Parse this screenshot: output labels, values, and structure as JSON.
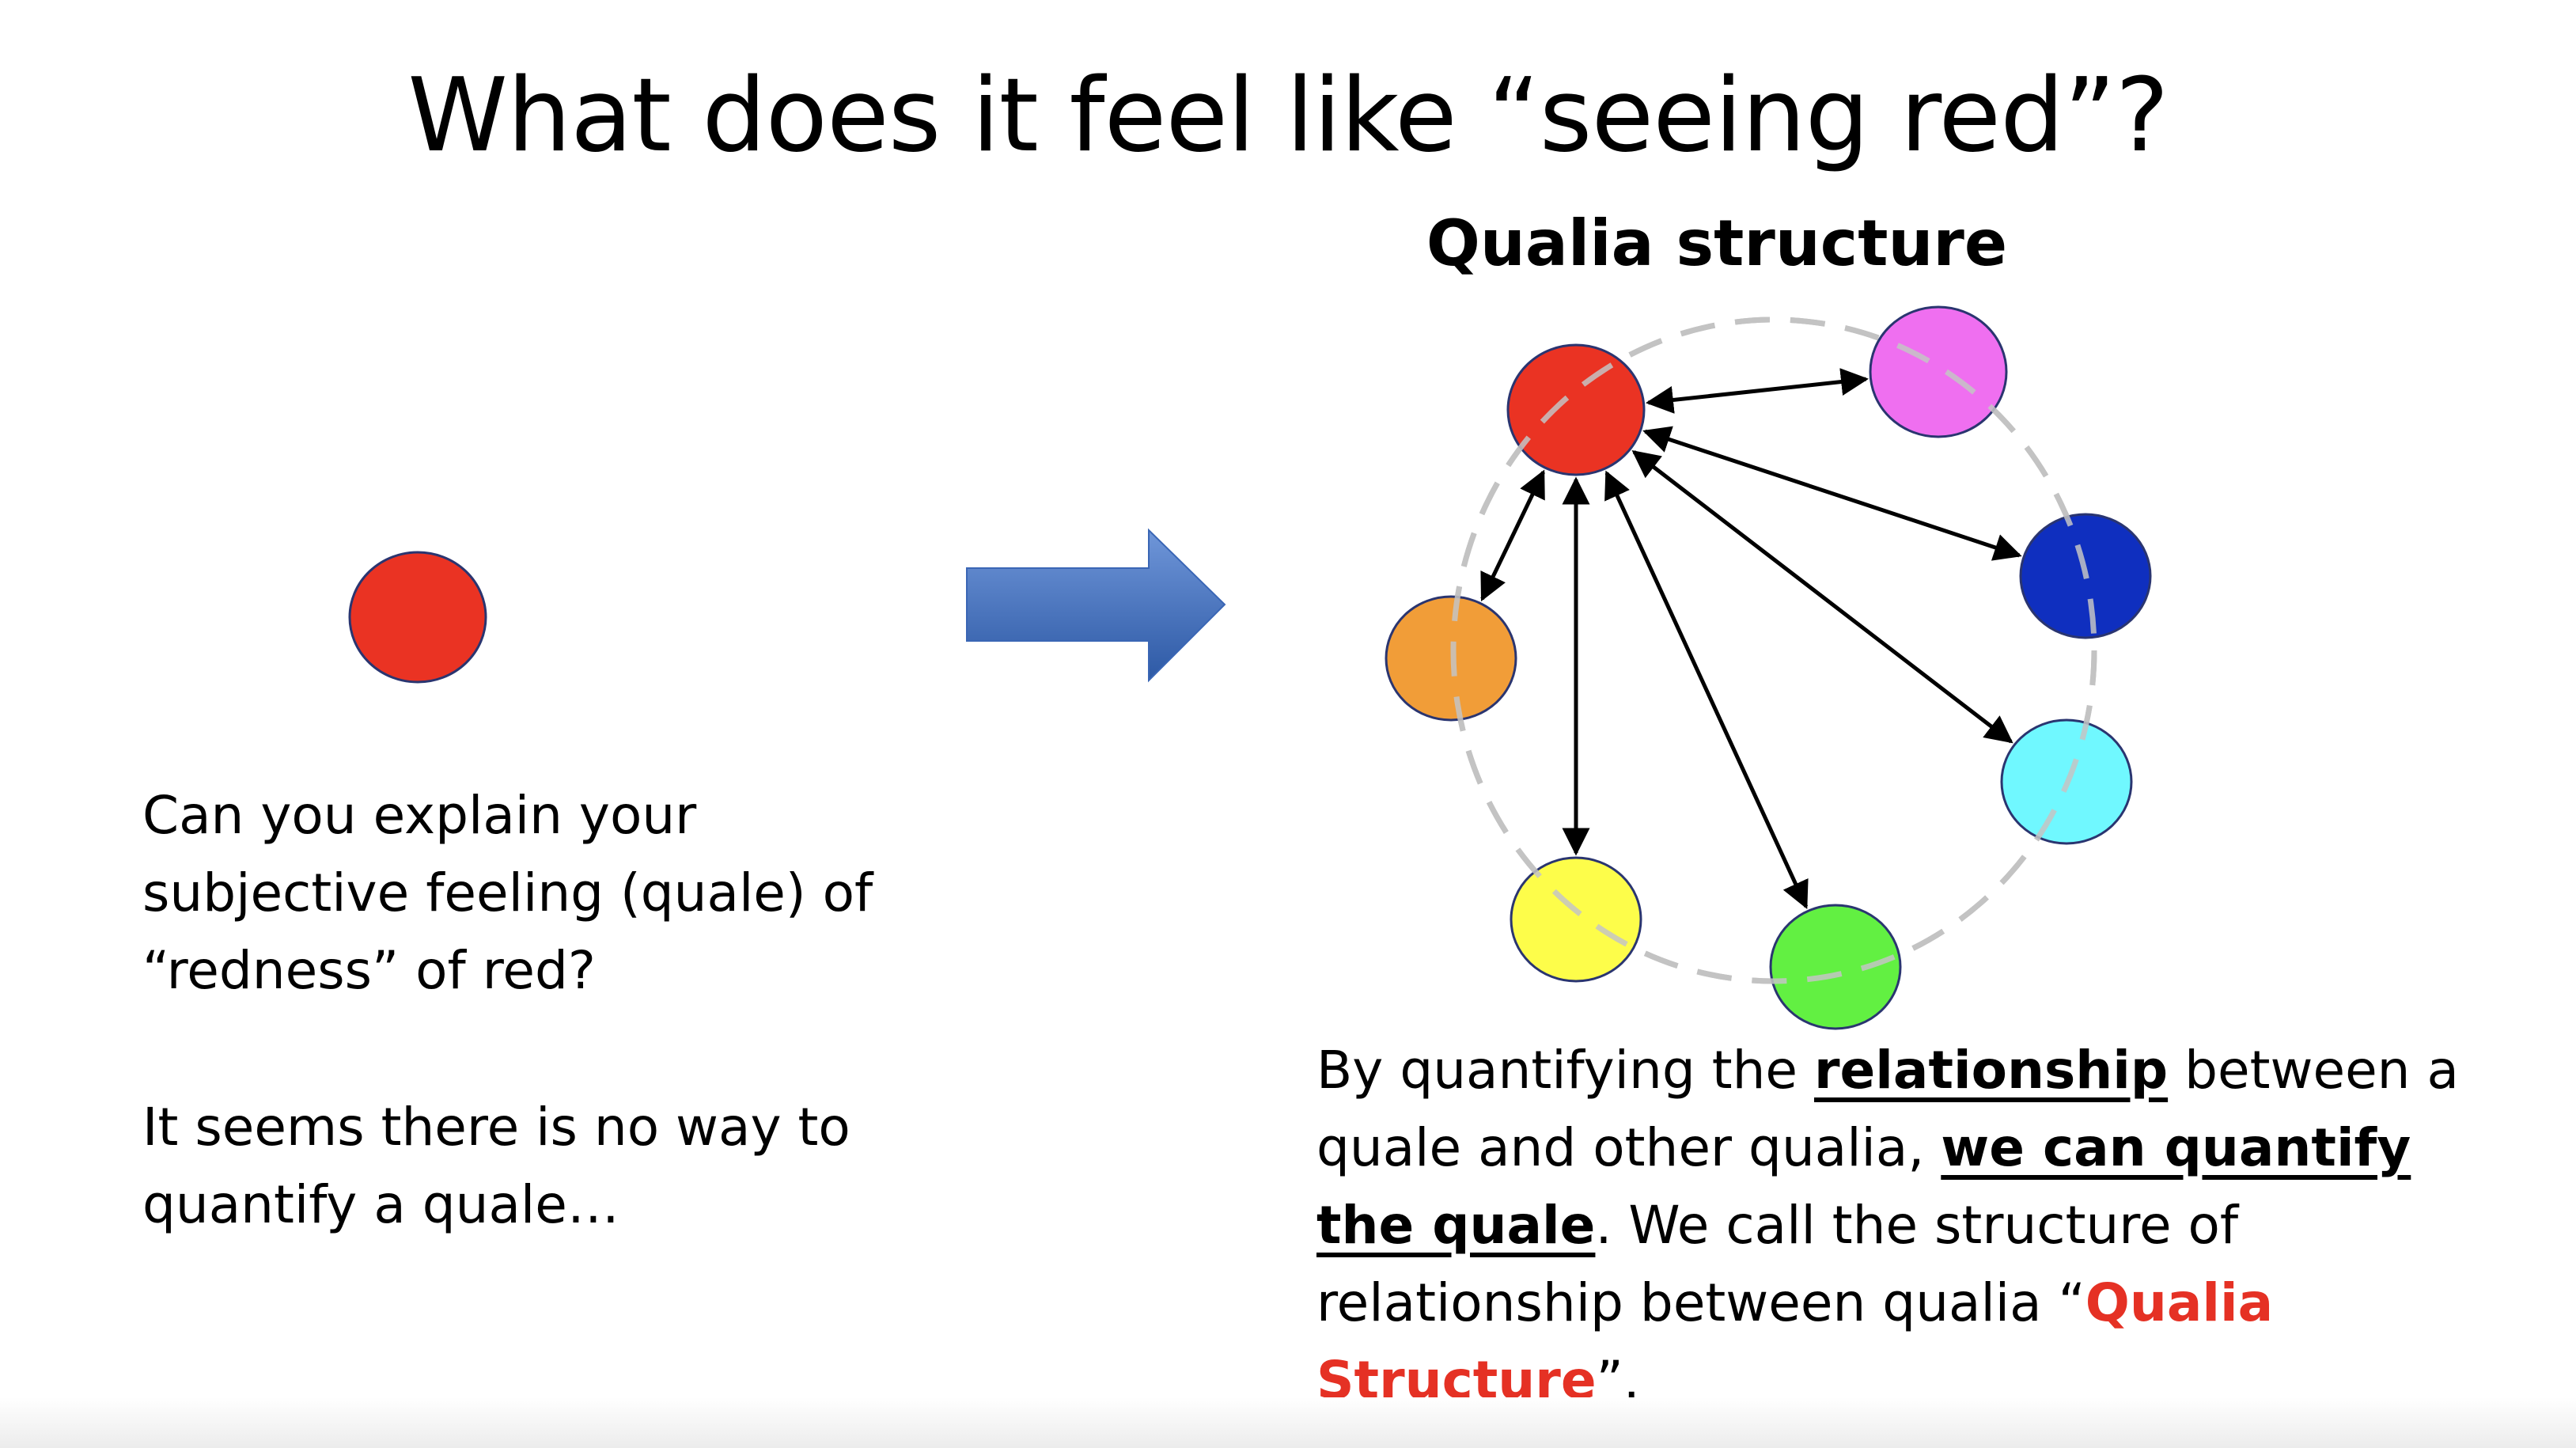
{
  "slide": {
    "title": "What does it feel like “seeing red”?",
    "subtitle": "Qualia structure",
    "left_question": "Can you explain your subjective feeling (quale) of “redness” of red?",
    "left_note": "It seems there is no way to quantify a quale…",
    "explanation": {
      "part1": "By quantifying the ",
      "relationship": "relationship",
      "part2": " between a quale and other qualia, ",
      "quantify": "we can quantify the quale",
      "part3": ". We call the structure of relationship between qualia “",
      "qualia_structure": "Qualia Structure",
      "part4": "”."
    }
  },
  "colors": {
    "red": "#ea3323",
    "magenta": "#ef6ff0",
    "blue": "#0f2fbf",
    "cyan": "#70f8ff",
    "green": "#62f042",
    "yellow": "#fdfd4a",
    "orange": "#f19d38",
    "arrow_blue": "#4472c4",
    "highlight_red": "#e53124"
  },
  "diagram": {
    "nodes": [
      {
        "name": "red-quale",
        "color": "red"
      },
      {
        "name": "magenta-quale",
        "color": "magenta"
      },
      {
        "name": "blue-quale",
        "color": "blue"
      },
      {
        "name": "cyan-quale",
        "color": "cyan"
      },
      {
        "name": "green-quale",
        "color": "green"
      },
      {
        "name": "yellow-quale",
        "color": "yellow"
      },
      {
        "name": "orange-quale",
        "color": "orange"
      }
    ],
    "edges": [
      {
        "from": "red-quale",
        "to": "magenta-quale"
      },
      {
        "from": "red-quale",
        "to": "blue-quale"
      },
      {
        "from": "red-quale",
        "to": "cyan-quale"
      },
      {
        "from": "red-quale",
        "to": "green-quale"
      },
      {
        "from": "red-quale",
        "to": "yellow-quale"
      },
      {
        "from": "red-quale",
        "to": "orange-quale"
      }
    ]
  }
}
